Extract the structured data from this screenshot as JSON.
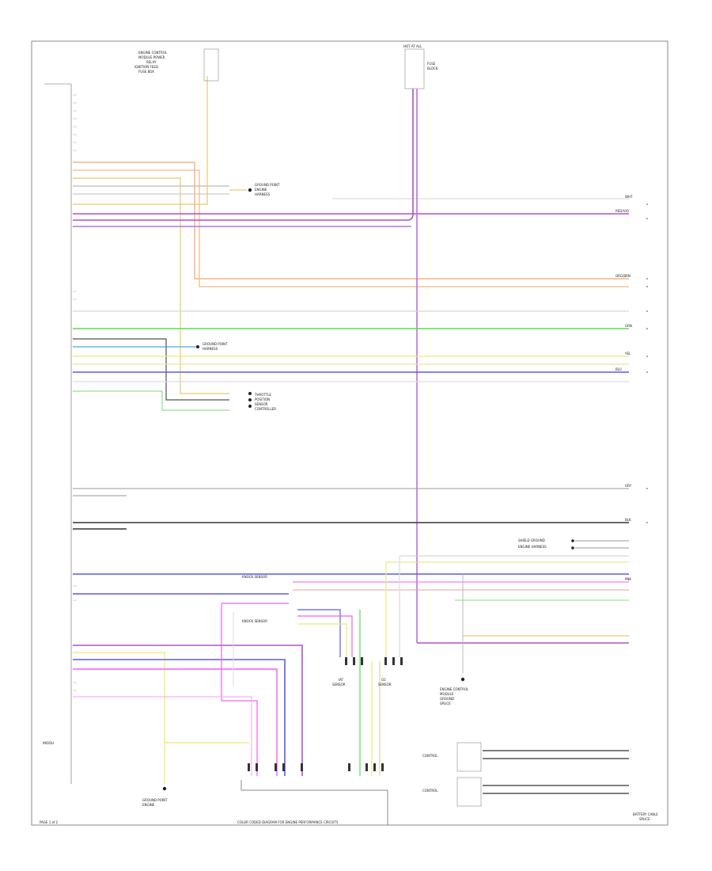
{
  "colors": {
    "frame": "#888888",
    "rail": "#b0b0b0",
    "orange": "#f4a46a",
    "tan": "#e8c86a",
    "yellow": "#f0e870",
    "violet": "#b050c8",
    "green": "#50e050",
    "blue": "#5a5af0",
    "cyan": "#50a8e0",
    "gray": "#888888",
    "darkgray": "#505050",
    "pink": "#f060f0",
    "white": "#d8d8d8",
    "lightgreen": "#70e070"
  },
  "labels": {
    "module_bottom_left": "MODU",
    "footer_left": "PAGE 1 of 2",
    "footer_center": "COLOR CODED DIAGRAM FOR ENGINE PERFORMANCE CIRCUITS",
    "footer_right_a": "BATTERY CABLE",
    "footer_right_b": "SPLICE"
  },
  "wire_codes": {
    "wht": "WHT",
    "red_vio": "RED/VIO",
    "org_brn": "ORG/BRN",
    "grn": "GRN",
    "blu": "BLU",
    "yel": "YEL",
    "gry": "GRY",
    "blk": "BLK",
    "pnk": "PNK"
  }
}
